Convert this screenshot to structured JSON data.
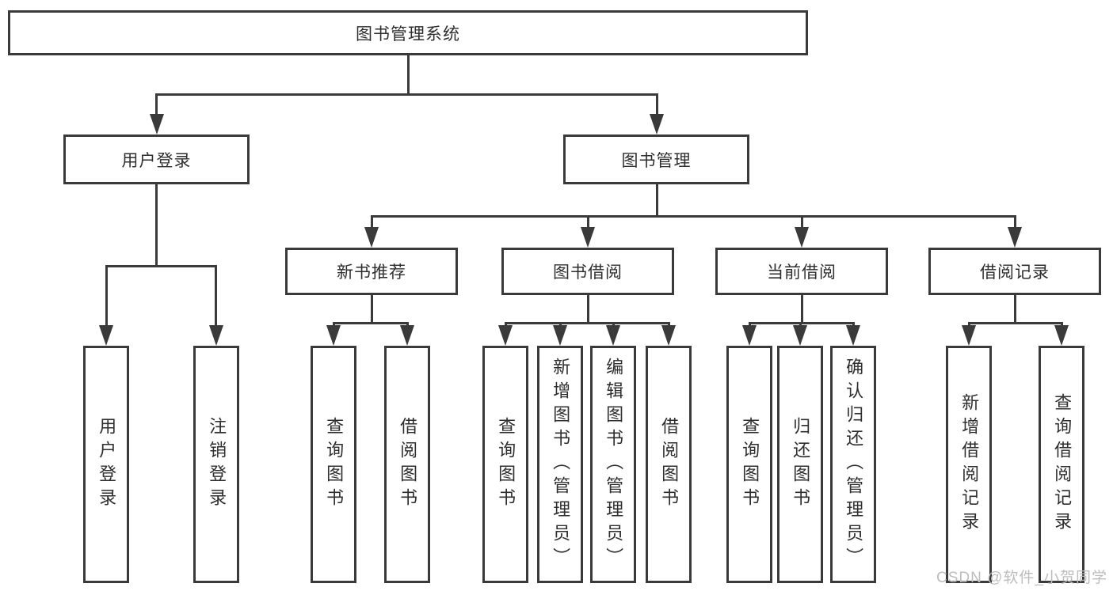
{
  "tree": {
    "label": "图书管理系统",
    "children": [
      {
        "label": "用户登录",
        "children": [
          {
            "label": "用户登录"
          },
          {
            "label": "注销登录"
          }
        ]
      },
      {
        "label": "图书管理",
        "children": [
          {
            "label": "新书推荐",
            "children": [
              {
                "label": "查询图书"
              },
              {
                "label": "借阅图书"
              }
            ]
          },
          {
            "label": "图书借阅",
            "children": [
              {
                "label": "查询图书"
              },
              {
                "label": "新增图书（管理员）"
              },
              {
                "label": "编辑图书（管理员）"
              },
              {
                "label": "借阅图书"
              }
            ]
          },
          {
            "label": "当前借阅",
            "children": [
              {
                "label": "查询图书"
              },
              {
                "label": "归还图书"
              },
              {
                "label": "确认归还（管理员）"
              }
            ]
          },
          {
            "label": "借阅记录",
            "children": [
              {
                "label": "新增借阅记录"
              },
              {
                "label": "查询借阅记录"
              }
            ]
          }
        ]
      }
    ]
  },
  "watermark": {
    "text": "CSDN @软件_小贺同学"
  },
  "colors": {
    "line": "#3a3a3a",
    "text": "#2e2e2e",
    "watermark": "#bdbdbd",
    "background": "#ffffff"
  }
}
